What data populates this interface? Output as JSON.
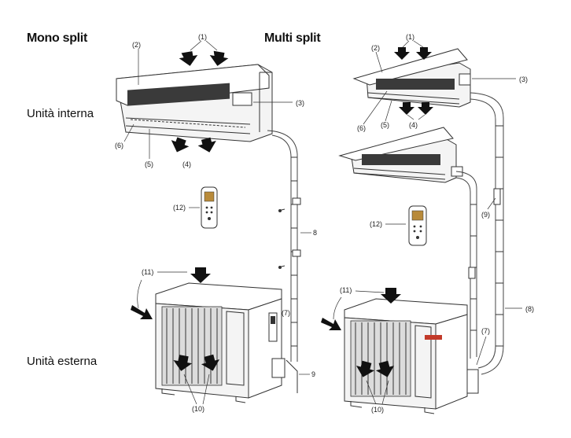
{
  "headings": {
    "mono": "Mono split",
    "multi": "Multi split"
  },
  "sections": {
    "indoor": "Unità interna",
    "outdoor": "Unità esterna"
  },
  "mono_labels": {
    "l1": "(1)",
    "l2": "(2)",
    "l3": "(3)",
    "l4": "(4)",
    "l5": "(5)",
    "l6": "(6)",
    "l7": "(7)",
    "l8": "8",
    "l9": "9",
    "l10": "(10)",
    "l11": "(11)",
    "l12": "(12)"
  },
  "multi_labels": {
    "l1": "(1)",
    "l2": "(2)",
    "l3": "(3)",
    "l4": "(4)",
    "l5": "(5)",
    "l6": "(6)",
    "l7": "(7)",
    "l8": "(8)",
    "l9": "(9)",
    "l10": "(10)",
    "l11": "(11)",
    "l12": "(12)"
  }
}
